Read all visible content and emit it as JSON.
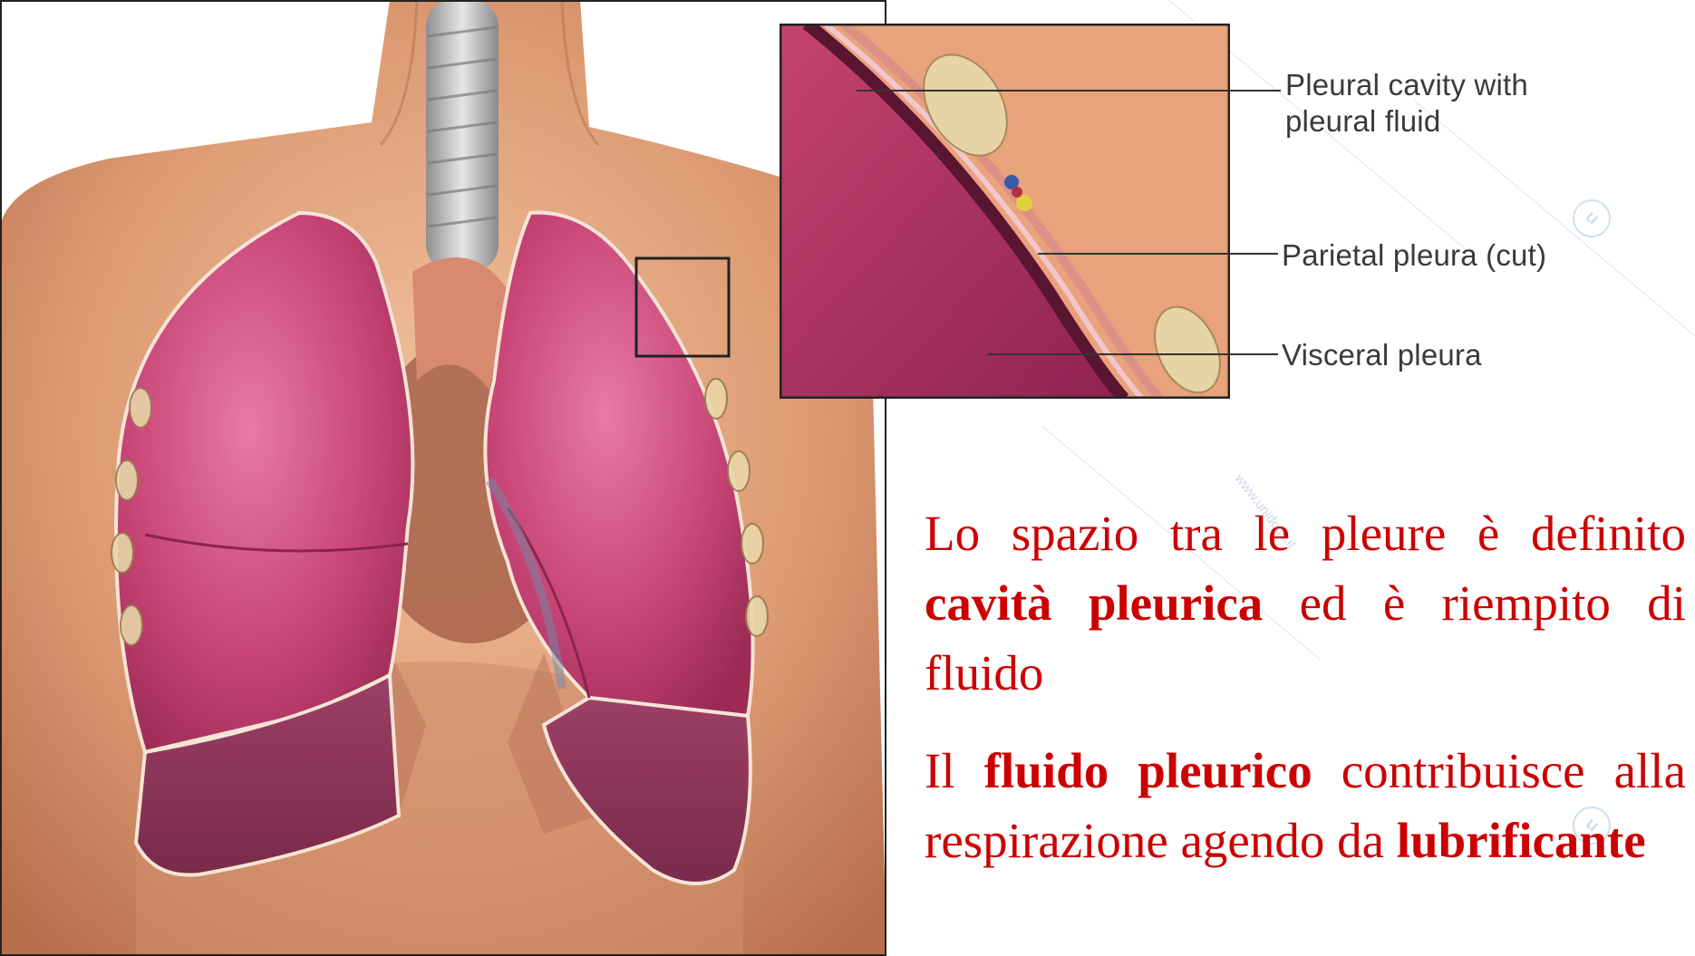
{
  "inset_labels": {
    "pleural_cavity_line1": "Pleural cavity with",
    "pleural_cavity_line2": "pleural fluid",
    "parietal": "Parietal pleura (cut)",
    "visceral": "Visceral pleura"
  },
  "paragraph1": {
    "part1": "Lo spazio tra le pleure è definito ",
    "bold": "cavità pleurica",
    "part2": " ed è riempito di fluido"
  },
  "paragraph2": {
    "part1": "Il ",
    "bold1": "fluido pleurico",
    "part2": " contribuisce alla respirazione agendo da ",
    "bold2": "lubrificante"
  },
  "watermark_text": "www.unidocs.it",
  "colors": {
    "text_red": "#cc0000",
    "lung_pink": "#c2406e",
    "skin": "#e0a27c"
  },
  "icons": [
    "watermark-logo-icon"
  ]
}
